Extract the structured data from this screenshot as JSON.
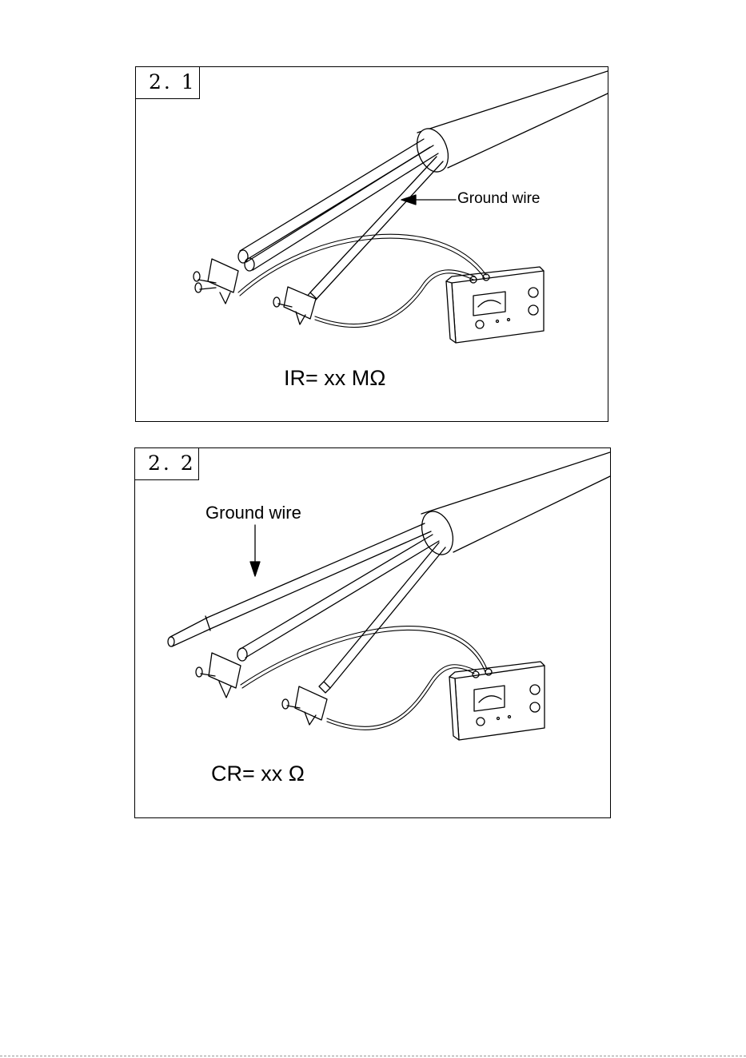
{
  "figures": [
    {
      "number": "2. 1",
      "callout": "Ground wire",
      "formula": "IR= xx MΩ"
    },
    {
      "number": "2. 2",
      "callout": "Ground wire",
      "formula": "CR= xx Ω"
    }
  ]
}
